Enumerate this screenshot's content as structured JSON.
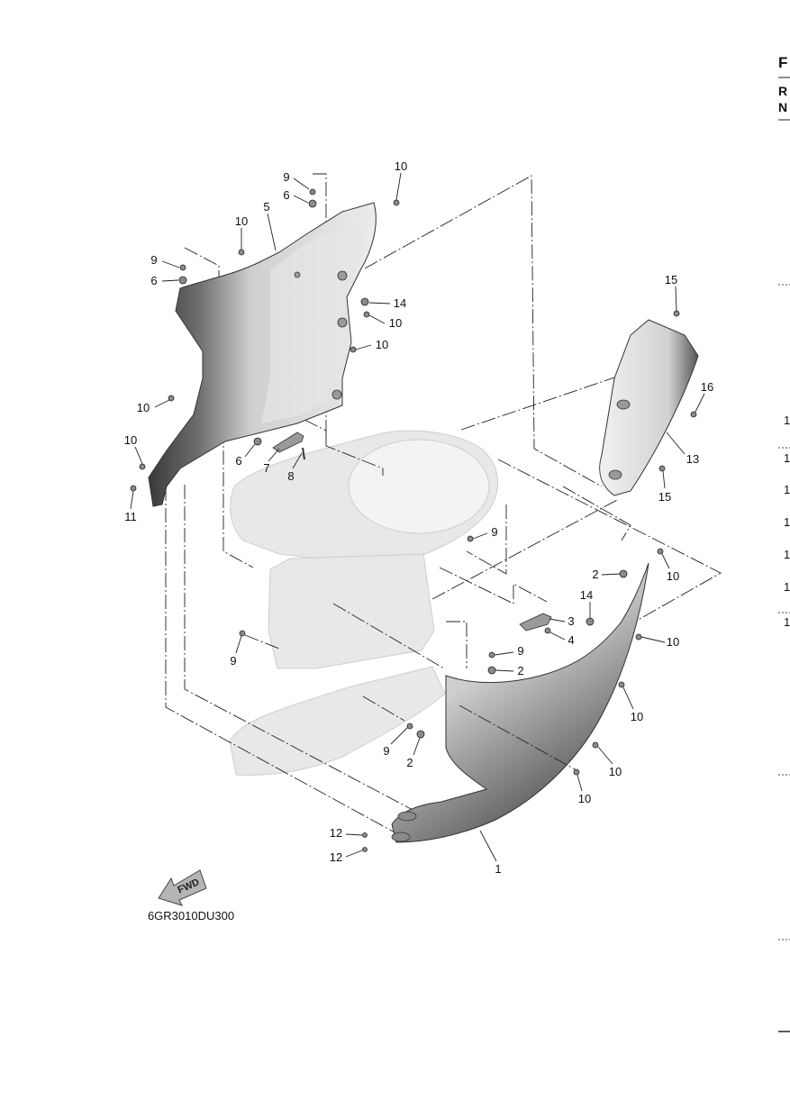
{
  "callouts": [
    "10",
    "9",
    "6",
    "5",
    "10",
    "9",
    "6",
    "14",
    "10",
    "10",
    "15",
    "16",
    "10",
    "13",
    "10",
    "6",
    "7",
    "8",
    "15",
    "11",
    "9",
    "2",
    "10",
    "14",
    "3",
    "4",
    "10",
    "9",
    "9",
    "2",
    "10",
    "9",
    "2",
    "10",
    "10",
    "12",
    "12",
    "1"
  ],
  "fwd_label": "FWD",
  "figure_code": "6GR3010DU300",
  "edge_text": {
    "title": "F",
    "line_r": "R",
    "line_n": "N",
    "item_numbers": [
      "1",
      "1",
      "1",
      "1",
      "1",
      "1",
      "1"
    ]
  }
}
